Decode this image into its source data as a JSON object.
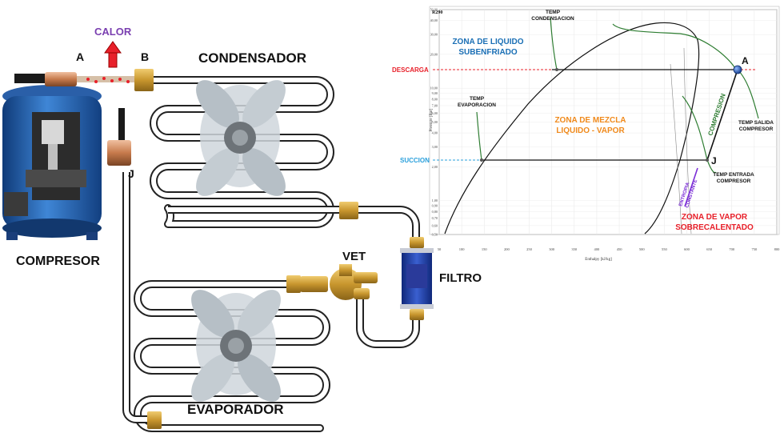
{
  "labels": {
    "calor": "CALOR",
    "point_a": "A",
    "point_b": "B",
    "point_j": "J",
    "condensador": "CONDENSADOR",
    "compresor": "COMPRESOR",
    "vet": "VET",
    "filtro": "FILTRO",
    "evaporador": "EVAPORADOR"
  },
  "ph_chart": {
    "title": "R290",
    "zona_liquido_line1": "ZONA DE LIQUIDO",
    "zona_liquido_line2": "SUBENFRIADO",
    "zona_mezcla_line1": "ZONA DE MEZCLA",
    "zona_mezcla_line2": "LIQUIDO - VAPOR",
    "zona_vapor_line1": "ZONA DE VAPOR",
    "zona_vapor_line2": "SOBRECALENTADO",
    "descarga": "DESCARGA",
    "succion": "SUCCION",
    "temp_condensacion_line1": "TEMP",
    "temp_condensacion_line2": "CONDENSACION",
    "temp_evaporacion_line1": "TEMP",
    "temp_evaporacion_line2": "EVAPORACION",
    "temp_salida_line1": "TEMP SALIDA",
    "temp_salida_line2": "COMPRESOR",
    "temp_entrada_line1": "TEMP ENTRADA",
    "temp_entrada_line2": "COMPRESOR",
    "compresion": "COMPRESION",
    "entropia_line1": "ENTROPIA",
    "entropia_line2": "CONSTANTE",
    "point_a": "A",
    "point_j": "J",
    "xlabel": "Enthalpy [kJ/kg]",
    "ylabel": "Pressure [Bar]",
    "x_ticks": [
      "50",
      "100",
      "150",
      "200",
      "250",
      "300",
      "350",
      "400",
      "450",
      "500",
      "550",
      "600",
      "650",
      "700",
      "750",
      "800"
    ],
    "y_ticks": [
      "0,50",
      "0,60",
      "0,70",
      "0,80",
      "0,90",
      "1,00",
      "2,00",
      "3,00",
      "4,00",
      "5,00",
      "6,00",
      "7,00",
      "8,00",
      "9,00",
      "10,00",
      "20,00",
      "30,00",
      "40,00",
      "50,00"
    ]
  },
  "colors": {
    "pipe": "#2a2a2a",
    "descarga_line": "#e8202a",
    "succion_line": "#2aa0dc",
    "zona_liquido": "#1a6fb5",
    "zona_mezcla": "#f08a1c",
    "zona_vapor": "#e8202a",
    "compresion": "#2e7d32",
    "entropia": "#7b2ed6",
    "arrow": "#e8202a",
    "calor": "#7a3fb0",
    "compressor_body": "#1e5aa8",
    "brass": "#c8962e"
  }
}
